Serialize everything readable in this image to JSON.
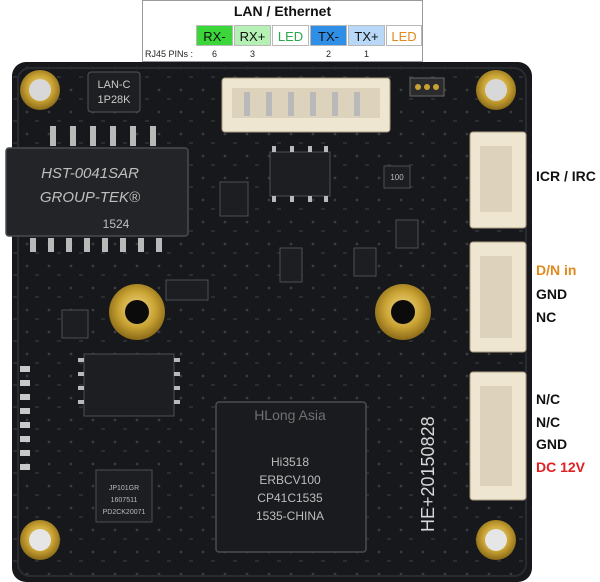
{
  "legend": {
    "title": "LAN / Ethernet",
    "pins_label": "RJ45 PINs :",
    "signals": [
      {
        "label": "RX-",
        "pin": "6",
        "color": "#3ad63a",
        "text": "#111111"
      },
      {
        "label": "RX+",
        "pin": "3",
        "color": "#b5f0b5",
        "text": "#111111"
      },
      {
        "label": "LED",
        "pin": "",
        "color": "#ffffff",
        "text": "#2aa84a"
      },
      {
        "label": "TX-",
        "pin": "2",
        "color": "#2f8fe6",
        "text": "#111111"
      },
      {
        "label": "TX+",
        "pin": "1",
        "color": "#b9d8f8",
        "text": "#111111"
      },
      {
        "label": "LED",
        "pin": "",
        "color": "#ffffff",
        "text": "#e08a1e"
      }
    ]
  },
  "board": {
    "chips": {
      "inductor_line1": "LAN-C",
      "inductor_line2": "1P28K",
      "rj45_line1": "HST-0041SAR",
      "rj45_line2": "GROUP-TEK®",
      "rj45_line3": "1524",
      "soc_brand": "HLong Asia",
      "soc_line1": "Hi3518",
      "soc_line2": "ERBCV100",
      "soc_line3": "CP41C1535",
      "soc_line4": "1535-CHINA",
      "flash_line1": "JP101GR",
      "flash_line2": "1607511",
      "flash_line3": "PD2CK20071",
      "resistor": "100",
      "revision": "HE+20150828"
    }
  },
  "connectors": {
    "icr": "ICR / IRC",
    "dn_in": "D/N in",
    "gnd1": "GND",
    "nc1": "NC",
    "nc2": "N/C",
    "nc3": "N/C",
    "gnd2": "GND",
    "dc": "DC 12V"
  },
  "colors": {
    "pcb": "#16171a",
    "gold": "#c9a233",
    "dn_in": "#e08a1e",
    "dc": "#e02020"
  }
}
